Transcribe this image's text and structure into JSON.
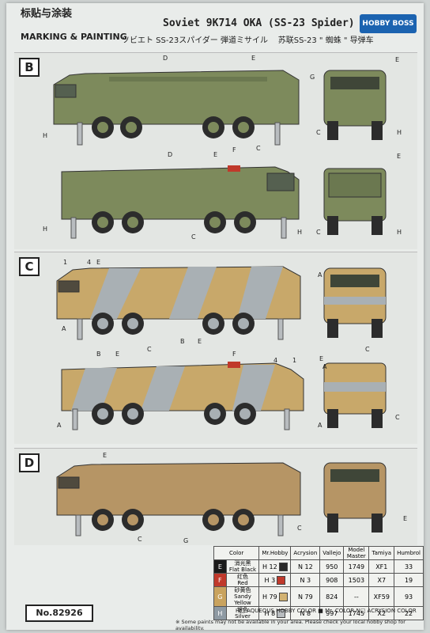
{
  "header": {
    "chinese_title": "标贴与涂装",
    "english_title": "MARKING & PAINTING",
    "model_title": "Soviet 9K714 OKA (SS-23 Spider)",
    "subtitle_jp": "ソビエト SS-23スパイダー 弾道ミサイル",
    "subtitle_cn": "苏联SS-23 \" 蜘蛛 \" 导弹车",
    "brand": "HOBBY BOSS"
  },
  "schemes": [
    {
      "letter": "B"
    },
    {
      "letter": "C"
    },
    {
      "letter": "D"
    }
  ],
  "callouts": {
    "b_top": [
      "D",
      "E",
      "H",
      "C",
      "G",
      "H",
      "E",
      "C"
    ],
    "b_bottom": [
      "D",
      "E",
      "F",
      "H",
      "C",
      "H",
      "C",
      "H",
      "E"
    ],
    "c_top": [
      "1",
      "4",
      "E",
      "A",
      "C",
      "B",
      "E",
      "A",
      "C"
    ],
    "c_bottom": [
      "B",
      "E",
      "F",
      "4",
      "1",
      "A",
      "E",
      "A",
      "C",
      "A"
    ],
    "d_top": [
      "E",
      "C",
      "G",
      "C",
      "E"
    ]
  },
  "color_table": {
    "headers": [
      "Color",
      "Mr.Hobby",
      "Acrysion",
      "Vallejo",
      "Model Master",
      "Tamiya",
      "Humbrol"
    ],
    "rows": [
      {
        "code": "E",
        "code_color": "#1a1a1a",
        "swatch": "#2a2a2a",
        "cn": "消光黑",
        "en": "Flat Black",
        "mrhobby": "H 12",
        "acrysion": "N 12",
        "vallejo": "950",
        "model_master": "1749",
        "tamiya": "XF1",
        "humbrol": "33"
      },
      {
        "code": "F",
        "code_color": "#c0392b",
        "swatch": "#c0392b",
        "cn": "红色",
        "en": "Red",
        "mrhobby": "H 3",
        "acrysion": "N 3",
        "vallejo": "908",
        "model_master": "1503",
        "tamiya": "X7",
        "humbrol": "19"
      },
      {
        "code": "G",
        "code_color": "#c9a35e",
        "swatch": "#d2b272",
        "cn": "砂黄色",
        "en": "Sandy Yellow",
        "mrhobby": "H 79",
        "acrysion": "N 79",
        "vallejo": "824",
        "model_master": "--",
        "tamiya": "XF59",
        "humbrol": "93"
      },
      {
        "code": "H",
        "code_color": "#8e9aa3",
        "swatch": "#b8bcbf",
        "cn": "银色",
        "en": "Silver",
        "mrhobby": "H 8",
        "acrysion": "N 8",
        "vallejo": "997",
        "model_master": "1745",
        "tamiya": "X2",
        "humbrol": "22"
      }
    ],
    "legend": "H□ AQUEOUS HOBBY COLOR  ■ Mr. COLOR  N□ ACRYSION COLOR"
  },
  "footer": {
    "product_no": "No.82926",
    "note": "※ Some paints may not be available in your area. Please check your local hobby shop for availability."
  },
  "colors": {
    "olive": "#7d8a5c",
    "sand": "#c8a86a",
    "grey": "#a9b0b4",
    "tan": "#b69565",
    "tire": "#2c2c2c"
  }
}
